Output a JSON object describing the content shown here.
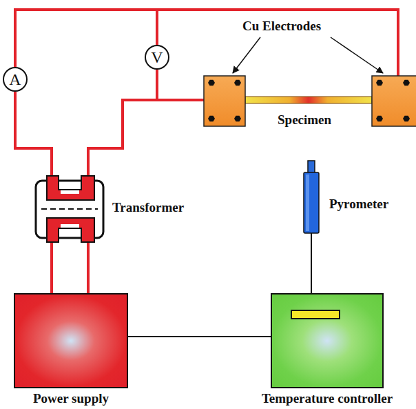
{
  "diagram": {
    "nodes": [
      {
        "text": [
          "A"
        ]
      },
      {
        "text": [
          "V"
        ]
      },
      {
        "text": [
          "Transformer"
        ]
      },
      {
        "text": [
          "Pyrometer"
        ]
      },
      {
        "text": [
          "Power supply"
        ]
      },
      {
        "text": [
          "Temperature controller"
        ]
      }
    ],
    "edges": [
      {
        "from": 0,
        "to": 1,
        "arrow": "none"
      },
      {
        "from": 0,
        "to": 2,
        "arrow": "none"
      },
      {
        "from": 1,
        "to": 2,
        "arrow": "none"
      },
      {
        "from": 2,
        "to": 4,
        "arrow": "none"
      },
      {
        "from": 2,
        "to": 4,
        "arrow": "none"
      },
      {
        "from": 3,
        "to": 5,
        "arrow": "none"
      },
      {
        "from": 4,
        "to": 5,
        "arrow": "none"
      }
    ],
    "labels": [
      "Cu Electrodes",
      "Specimen"
    ]
  }
}
